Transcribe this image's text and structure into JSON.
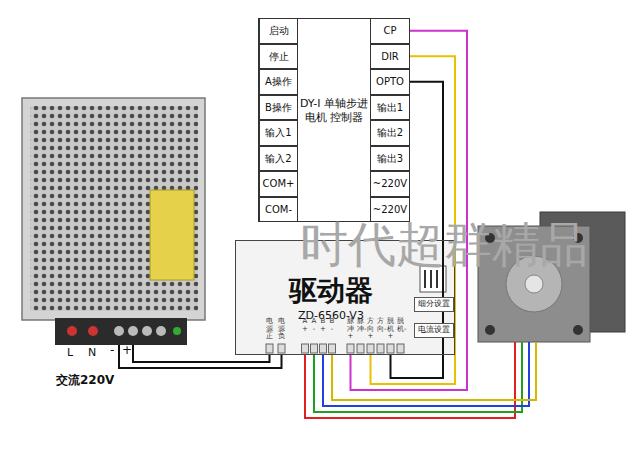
{
  "diagram": {
    "nodes": [
      {
        "text": [
          "DY-I 单轴步进电机 控制器"
        ]
      },
      {
        "text": [
          "启动"
        ],
        "in": 0
      },
      {
        "text": [
          "停止"
        ],
        "in": 0
      },
      {
        "text": [
          "A操作"
        ],
        "in": 0
      },
      {
        "text": [
          "B操作"
        ],
        "in": 0
      },
      {
        "text": [
          "输入1"
        ],
        "in": 0
      },
      {
        "text": [
          "输入2"
        ],
        "in": 0
      },
      {
        "text": [
          "COM+"
        ],
        "in": 0
      },
      {
        "text": [
          "COM-"
        ],
        "in": 0
      },
      {
        "text": [
          "CP"
        ],
        "in": 0
      },
      {
        "text": [
          "DIR"
        ],
        "in": 0
      },
      {
        "text": [
          "OPTO"
        ],
        "in": 0
      },
      {
        "text": [
          "输出1"
        ],
        "in": 0
      },
      {
        "text": [
          "输出2"
        ],
        "in": 0
      },
      {
        "text": [
          "输出3"
        ],
        "in": 0
      },
      {
        "text": [
          "~220V"
        ],
        "in": 0
      },
      {
        "text": [
          "~220V"
        ],
        "in": 0
      },
      {
        "text": [
          "驱动器",
          "ZD-6560-V3"
        ]
      },
      {
        "text": [
          "细分设置"
        ],
        "in": 17
      },
      {
        "text": [
          "电流设置"
        ],
        "in": 17
      }
    ],
    "edges": [
      {
        "from": 9,
        "to": 17,
        "arrow": "none"
      },
      {
        "from": 10,
        "to": 17,
        "arrow": "none"
      },
      {
        "from": 11,
        "to": 17,
        "arrow": "none"
      }
    ],
    "labels": [
      "L",
      "N",
      "-",
      "+",
      "交流220V",
      "电源正",
      "电源负",
      "A+",
      "A-",
      "B+",
      "B-",
      "脉冲+",
      "脉冲-",
      "方向+",
      "方向-",
      "脱机+",
      "脱机-",
      "时代超群精品"
    ]
  }
}
